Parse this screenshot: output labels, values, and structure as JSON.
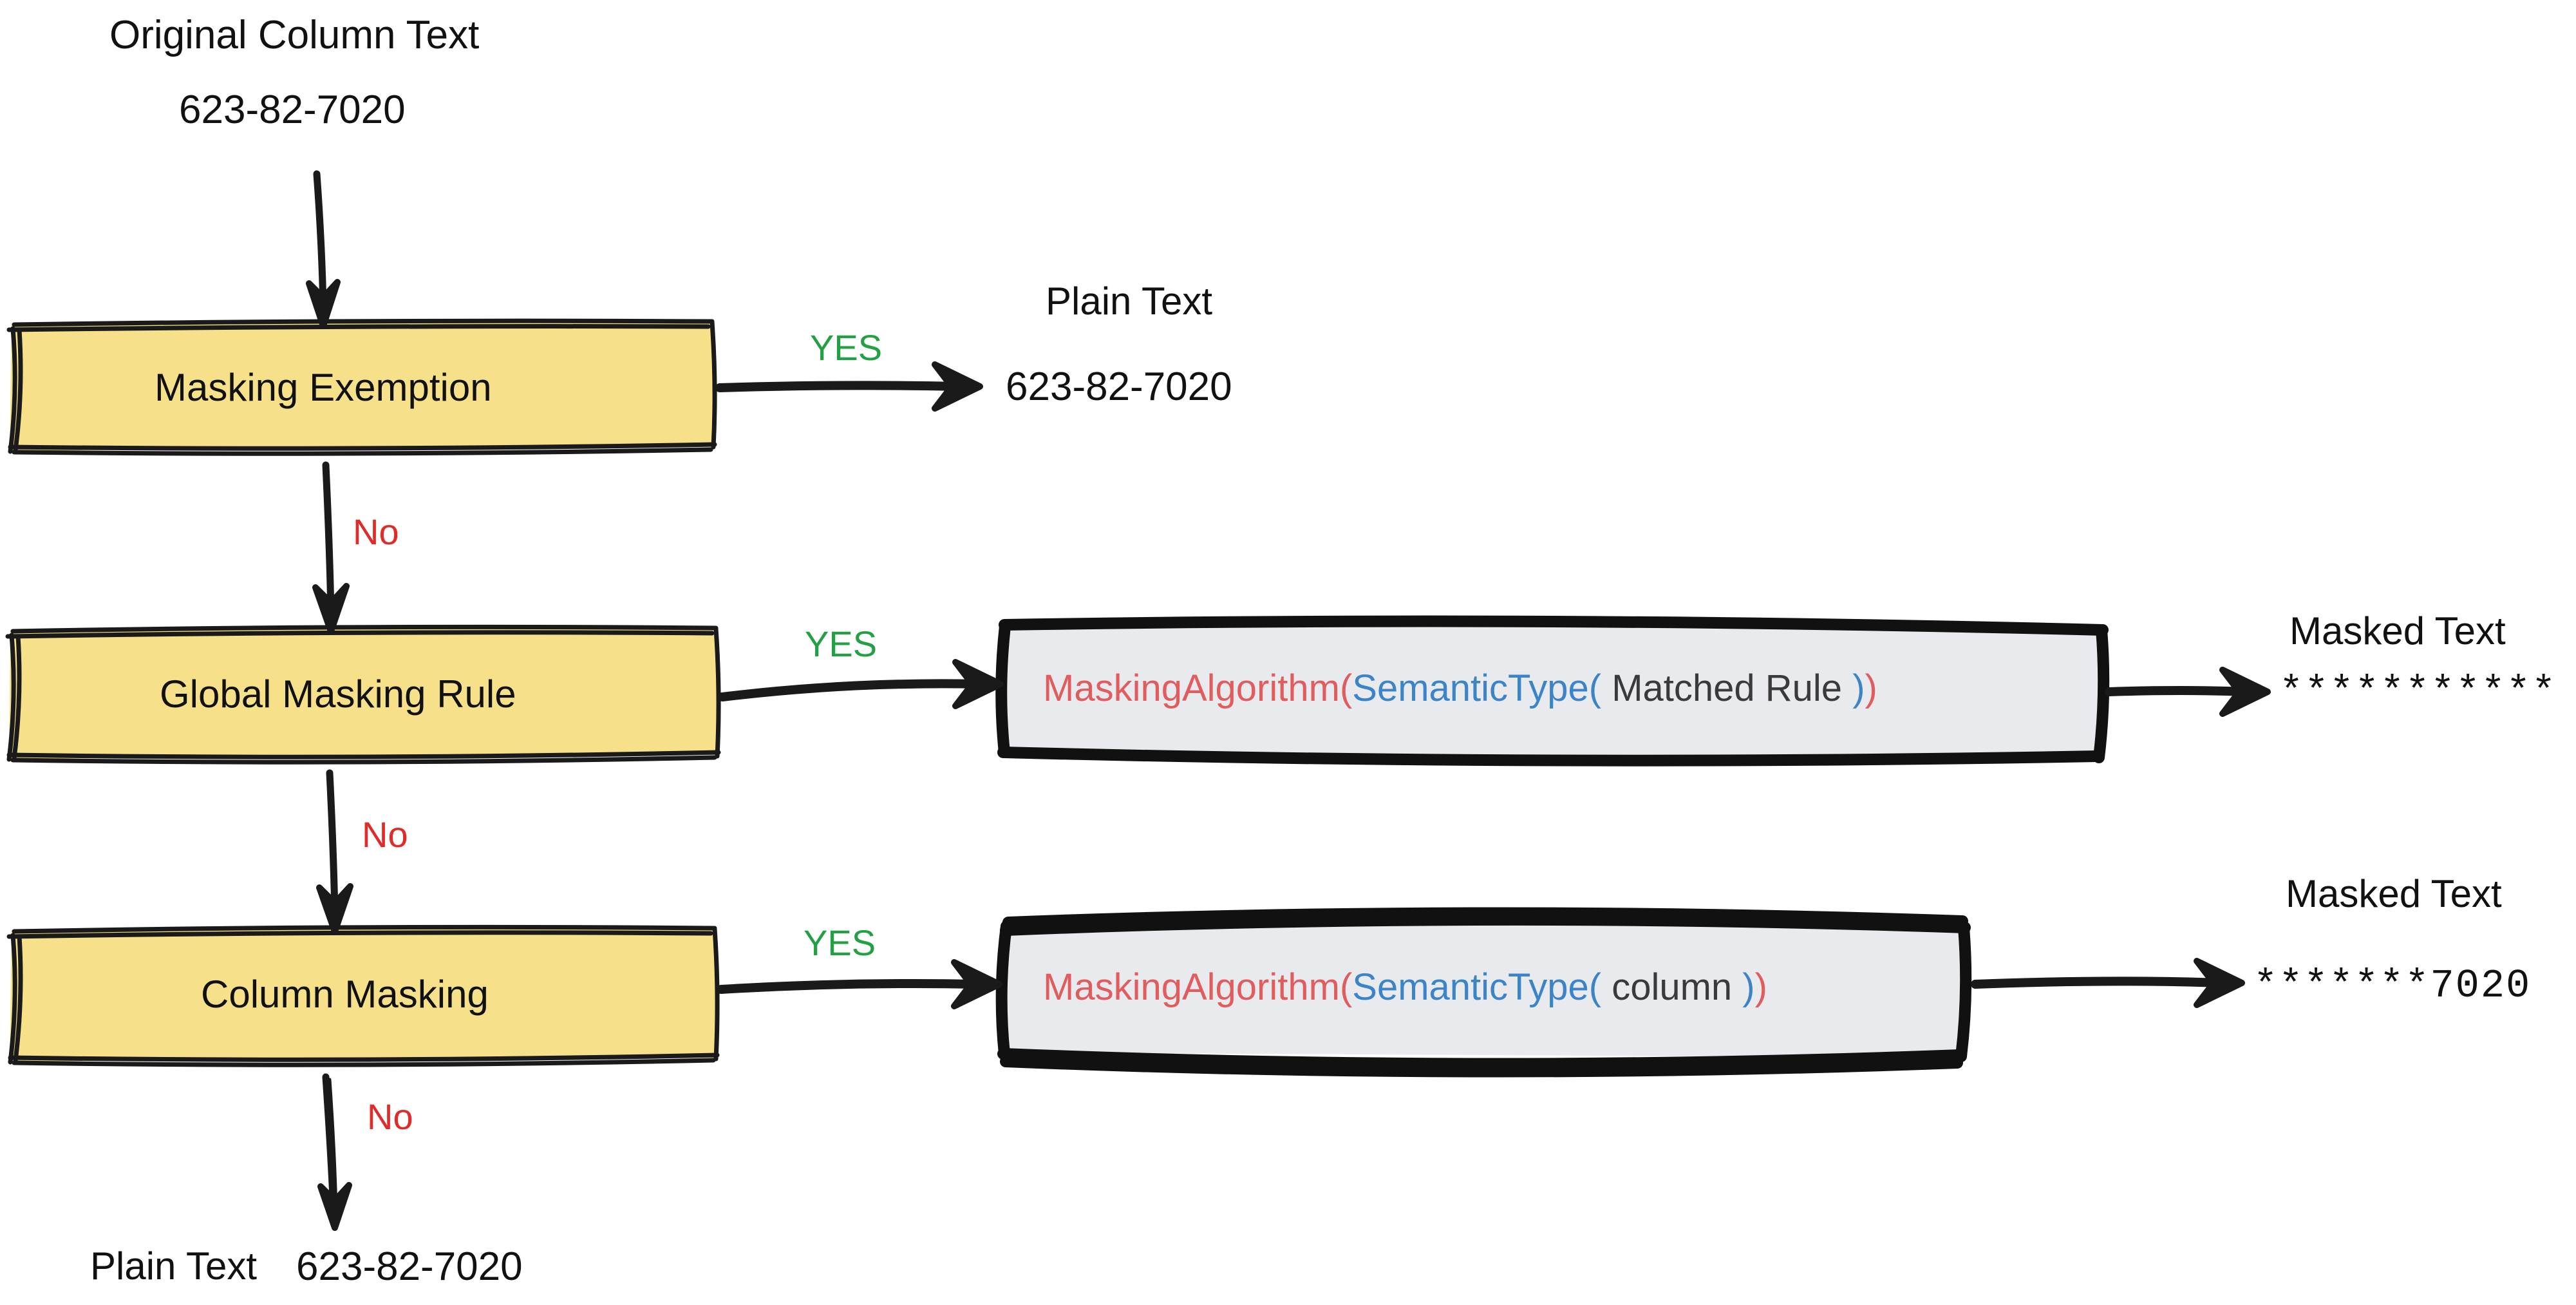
{
  "diagram": {
    "title_text": "Original Column Text",
    "original_value": "623-82-7020",
    "yes_label": "YES",
    "no_label": "No",
    "plain_text_label": "Plain Text",
    "masked_text_label": "Masked Text",
    "colors": {
      "decision_fill": "#F7E08A",
      "decision_stroke": "#1A1A1A",
      "code_fill": "#E8EAEE",
      "code_stroke": "#111111",
      "yes": "#22A043",
      "no": "#E02B28",
      "code_function": "#E15C5C",
      "code_type": "#3C84C8",
      "code_arg": "#3A3A3A",
      "text": "#111111",
      "background": "#FFFFFF"
    }
  },
  "decisions": [
    {
      "id": "masking-exemption",
      "label": "Masking Exemption"
    },
    {
      "id": "global-masking-rule",
      "label": "Global Masking Rule"
    },
    {
      "id": "column-masking",
      "label": "Column Masking"
    }
  ],
  "code_boxes": [
    {
      "id": "global-rule-expression",
      "fn": "MaskingAlgorithm(",
      "type_open": "SemanticType(",
      "arg": " Matched Rule ",
      "type_close": ")",
      "fn_close": ")"
    },
    {
      "id": "column-masking-expression",
      "fn": "MaskingAlgorithm(",
      "type_open": "SemanticType(",
      "arg": " column ",
      "type_close": ")",
      "fn_close": ")"
    }
  ],
  "outputs": [
    {
      "id": "exemption-output",
      "heading": "Plain Text",
      "value": "623-82-7020"
    },
    {
      "id": "global-rule-output",
      "heading": "Masked Text",
      "value": "***********"
    },
    {
      "id": "column-masking-output",
      "heading": "Masked Text",
      "value": "*******7020"
    }
  ],
  "final_output": {
    "id": "fallthrough-output",
    "heading": "Plain Text",
    "value": "623-82-7020"
  }
}
